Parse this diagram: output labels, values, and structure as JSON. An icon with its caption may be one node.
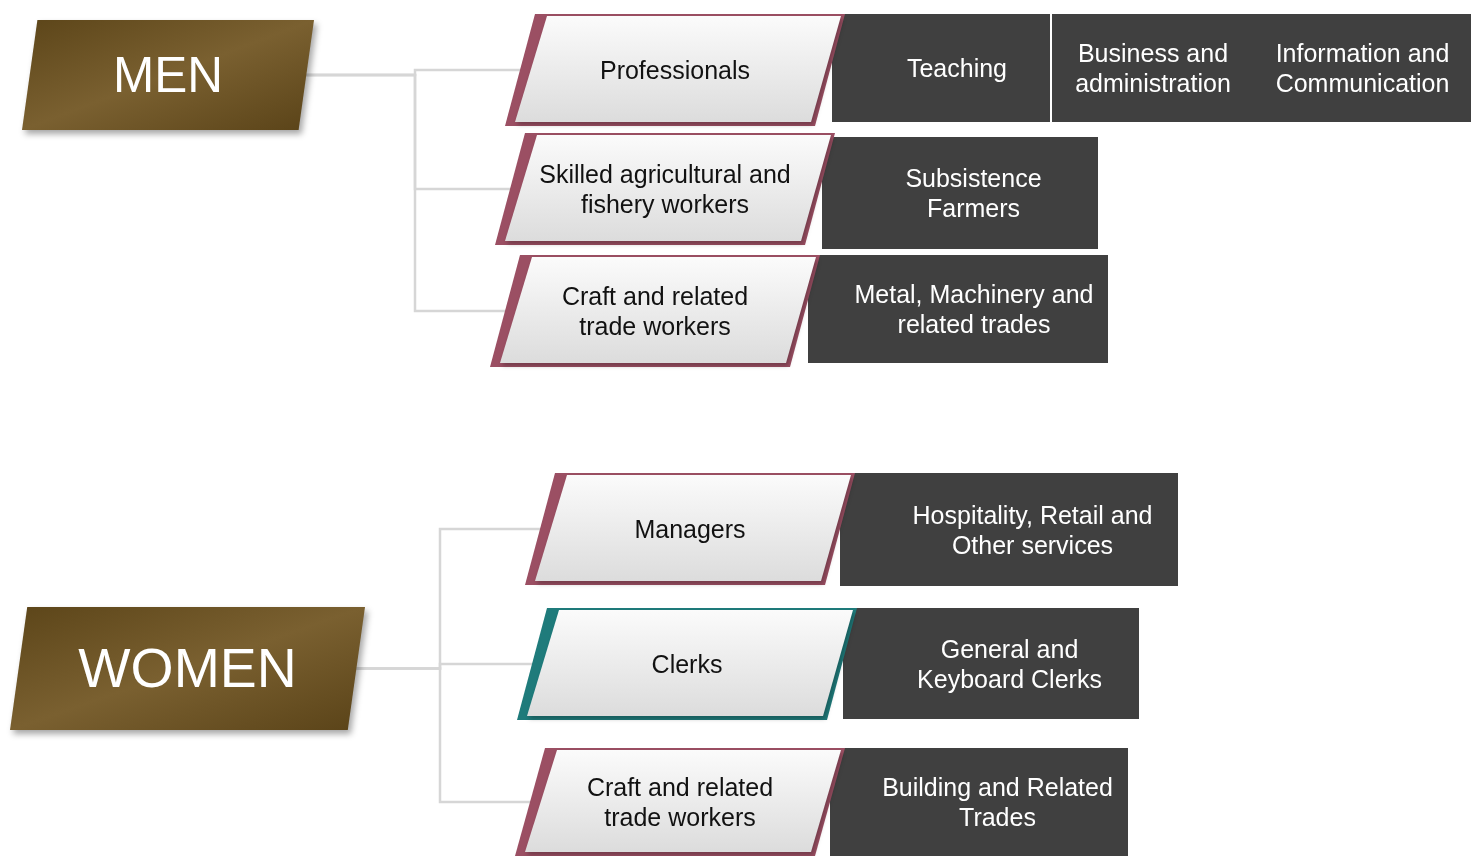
{
  "diagram": {
    "nodes": [
      {
        "text": [
          "MEN"
        ]
      },
      {
        "text": [
          "Professionals"
        ]
      },
      {
        "text": [
          "Teaching"
        ]
      },
      {
        "text": [
          "Business and administration"
        ]
      },
      {
        "text": [
          "Information and Communication"
        ]
      },
      {
        "text": [
          "Skilled agricultural and fishery workers"
        ]
      },
      {
        "text": [
          "Subsistence Farmers"
        ]
      },
      {
        "text": [
          "Craft and related trade workers"
        ]
      },
      {
        "text": [
          "Metal, Machinery and related trades"
        ]
      },
      {
        "text": [
          "WOMEN"
        ]
      },
      {
        "text": [
          "Managers"
        ]
      },
      {
        "text": [
          "Hospitality, Retail and Other services"
        ]
      },
      {
        "text": [
          "Clerks"
        ]
      },
      {
        "text": [
          "General and Keyboard Clerks"
        ]
      },
      {
        "text": [
          "Craft and related trade workers"
        ]
      },
      {
        "text": [
          "Building and Related Trades"
        ]
      }
    ],
    "edges": [
      {
        "from": 0,
        "to": 1,
        "arrow": "none"
      },
      {
        "from": 0,
        "to": 5,
        "arrow": "none"
      },
      {
        "from": 0,
        "to": 7,
        "arrow": "none"
      },
      {
        "from": 9,
        "to": 10,
        "arrow": "none"
      },
      {
        "from": 9,
        "to": 12,
        "arrow": "none"
      },
      {
        "from": 9,
        "to": 14,
        "arrow": "none"
      }
    ]
  }
}
